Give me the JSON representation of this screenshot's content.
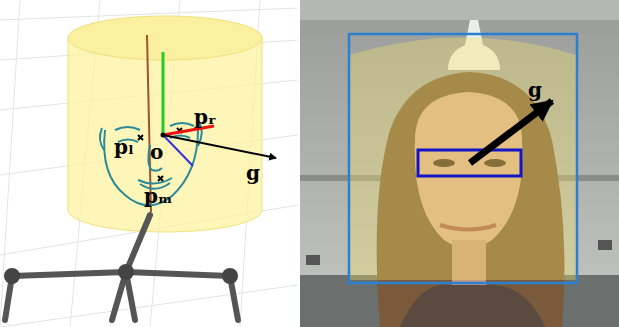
{
  "diagram": {
    "labels": [
      "pₗ",
      "o",
      "pᵣ",
      "pₘ",
      "g",
      "g"
    ]
  }
}
